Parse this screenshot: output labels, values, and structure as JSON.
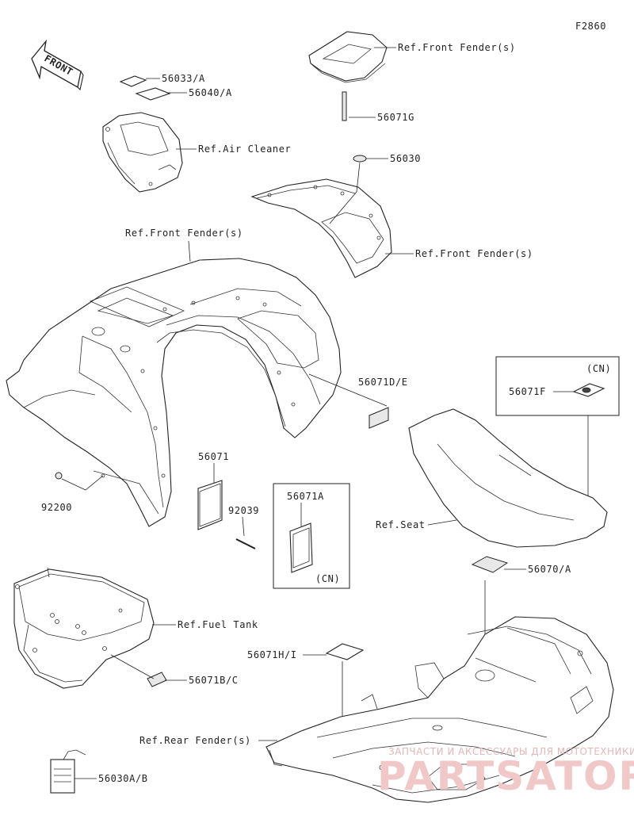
{
  "diagram_id": "F2860",
  "front_label": "FRONT",
  "labels": {
    "p56033A": "56033/A",
    "p56040A": "56040/A",
    "air_cleaner": "Ref.Air Cleaner",
    "front_fender_top": "Ref.Front Fender(s)",
    "p56071G": "56071G",
    "p56030": "56030",
    "front_fender_right": "Ref.Front Fender(s)",
    "front_fender_main": "Ref.Front Fender(s)",
    "p56071DE": "56071D/E",
    "cn_top": "(CN)",
    "p56071F": "56071F",
    "p92200": "92200",
    "p56071": "56071",
    "p92039": "92039",
    "p56071A": "56071A",
    "cn_mid": "(CN)",
    "seat": "Ref.Seat",
    "fuel_tank": "Ref.Fuel Tank",
    "p56070A": "56070/A",
    "p56071HI": "56071H/I",
    "p56071BC": "56071B/C",
    "rear_fender": "Ref.Rear Fender(s)",
    "p56030AB": "56030A/B"
  },
  "watermark": {
    "line1": "ЗАПЧАСТИ И АКСЕССУАРЫ ДЛЯ МОТОТЕХНИКИ",
    "line2": "PARTSATOR.RU"
  }
}
